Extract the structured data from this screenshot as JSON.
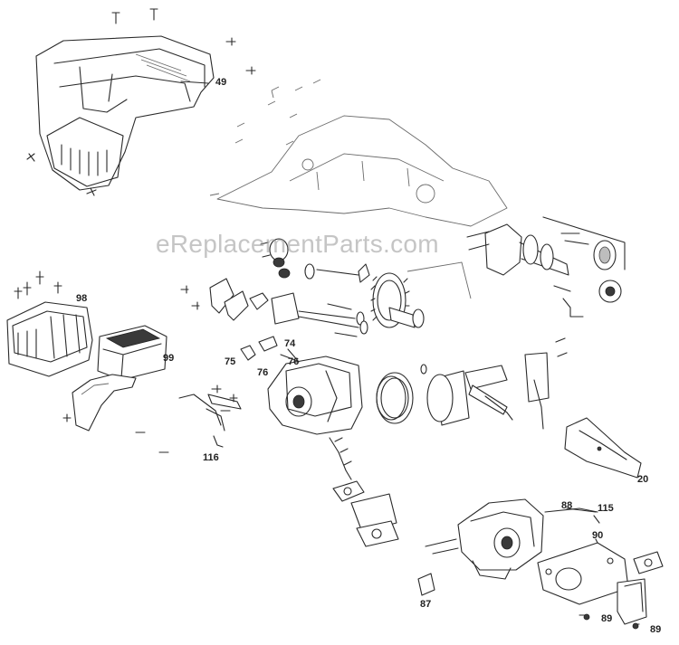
{
  "watermark": "eReplacementParts.com",
  "part_labels": [
    {
      "id": "49",
      "text": "49"
    },
    {
      "id": "98",
      "text": "98"
    },
    {
      "id": "99",
      "text": "99"
    },
    {
      "id": "74",
      "text": "74"
    },
    {
      "id": "75",
      "text": "75"
    },
    {
      "id": "76a",
      "text": "76"
    },
    {
      "id": "76b",
      "text": "76"
    },
    {
      "id": "116",
      "text": "116"
    },
    {
      "id": "20",
      "text": "20"
    },
    {
      "id": "88",
      "text": "88"
    },
    {
      "id": "115",
      "text": "115"
    },
    {
      "id": "90",
      "text": "90"
    },
    {
      "id": "87",
      "text": "87"
    },
    {
      "id": "89a",
      "text": "89"
    },
    {
      "id": "89b",
      "text": "89"
    }
  ],
  "colors": {
    "line": "#2a2a2a",
    "watermark": "#969696",
    "background": "#ffffff"
  }
}
